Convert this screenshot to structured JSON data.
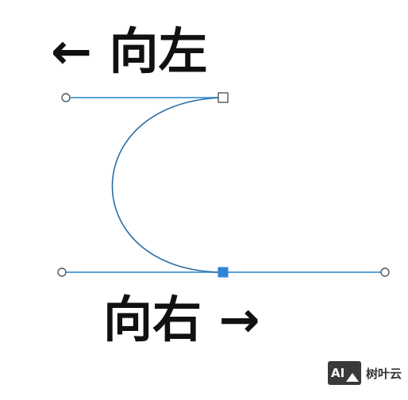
{
  "labels": {
    "top_arrow": "←",
    "top_text": "向左",
    "bottom_text": "向右",
    "bottom_arrow": "→"
  },
  "watermark": {
    "logo": "AI",
    "text": "树叶云"
  },
  "colors": {
    "handle_line": "#5aa3d8",
    "curve": "#2b6ea6",
    "anchor_fill": "#2f86d6",
    "text": "#111111"
  },
  "icons": [
    "left-arrow-icon",
    "right-arrow-icon",
    "landscape-icon"
  ]
}
